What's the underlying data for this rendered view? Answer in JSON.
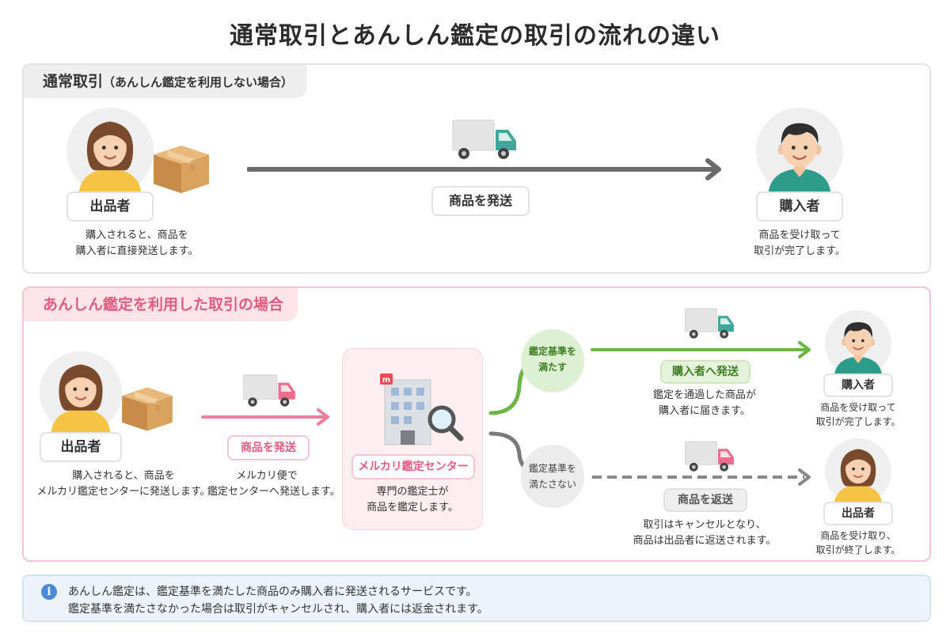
{
  "title": "通常取引とあんしん鑑定の取引の流れの違い",
  "normal": {
    "header": "通常取引",
    "header_sub": "（あんしん鑑定を利用しない場合）",
    "seller_label": "出品者",
    "seller_caption": [
      "購入されると、商品を",
      "購入者に直接発送します。"
    ],
    "ship_label": "商品を発送",
    "buyer_label": "購入者",
    "buyer_caption": [
      "商品を受け取って",
      "取引が完了します。"
    ]
  },
  "anshin": {
    "header": "あんしん鑑定を利用した取引の場合",
    "seller_label": "出品者",
    "seller_caption": [
      "購入されると、商品を",
      "メルカリ鑑定センターに発送します。"
    ],
    "ship_label": "商品を発送",
    "ship_caption": [
      "メルカリ便で",
      "鑑定センターへ発送します。"
    ],
    "center_label": "メルカリ鑑定センター",
    "center_caption": [
      "専門の鑑定士が",
      "商品を鑑定します。"
    ],
    "pass_circle": [
      "鑑定基準を",
      "満たす"
    ],
    "pass_label": "購入者へ発送",
    "pass_caption": [
      "鑑定を通過した商品が",
      "購入者に届きます。"
    ],
    "buyer_label": "購入者",
    "buyer_caption": [
      "商品を受け取って",
      "取引が完了します。"
    ],
    "fail_circle": [
      "鑑定基準を",
      "満たさない"
    ],
    "return_label": "商品を返送",
    "return_caption": [
      "取引はキャンセルとなり、",
      "商品は出品者に返送されます。"
    ],
    "seller2_label": "出品者",
    "seller2_caption": [
      "商品を受け取り、",
      "取引が終了します。"
    ]
  },
  "note": {
    "icon": "info-icon",
    "lines": [
      "あんしん鑑定は、鑑定基準を満たした商品のみ購入者に発送されるサービスです。",
      "鑑定基準を満たさなかった場合は取引がキャンセルされ、購入者には返金されます。"
    ]
  },
  "colors": {
    "pink": "#e35b7f",
    "green": "#6bb544",
    "gray_arrow": "#6b6b6b",
    "truck_teal": "#3fa89a",
    "truck_pink": "#ee6d8d"
  }
}
